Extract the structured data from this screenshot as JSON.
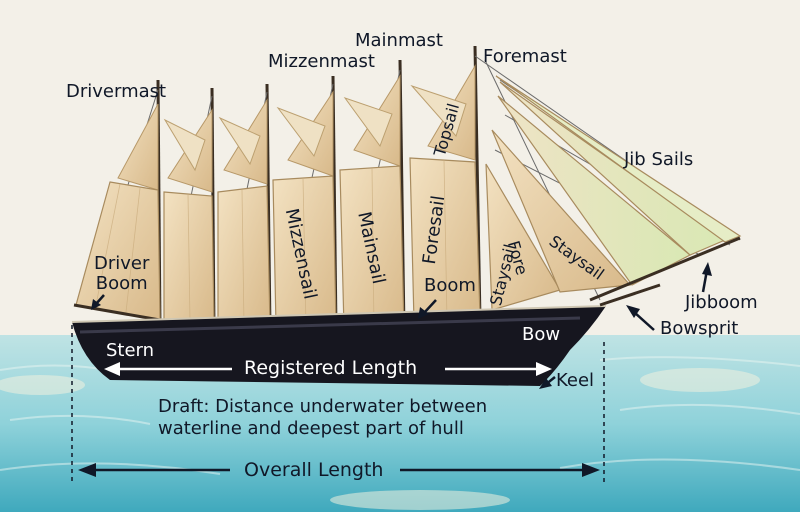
{
  "labels": {
    "drivermast": "Drivermast",
    "mizzenmast": "Mizzenmast",
    "mainmast": "Mainmast",
    "foremast": "Foremast",
    "jib_sails": "Jib Sails",
    "topsail": "Topsail",
    "driver_boom_1": "Driver",
    "driver_boom_2": "Boom",
    "mizzensail": "Mizzensail",
    "mainsail": "Mainsail",
    "foresail": "Foresail",
    "boom": "Boom",
    "fore_staysail_1": "Fore",
    "fore_staysail_2": "Staysail",
    "staysail": "Staysail",
    "jibboom": "Jibboom",
    "bowsprit": "Bowsprit",
    "stern": "Stern",
    "bow": "Bow",
    "registered_length": "Registered Length",
    "keel": "Keel",
    "draft_line_1": "Draft: Distance underwater between",
    "draft_line_2": "waterline and deepest part of hull",
    "overall_length": "Overall Length"
  },
  "colors": {
    "sky": "#f4f1ea",
    "sea": "#8ad0d8",
    "sea_dark": "#4fb3c2",
    "hull": "#14141f",
    "sail": "#ecd6b0",
    "sail_shade": "#c9ab7c",
    "mast": "#3a2e22",
    "rigging": "#5a5a5a",
    "jib_tint": "#d7e6b4"
  }
}
